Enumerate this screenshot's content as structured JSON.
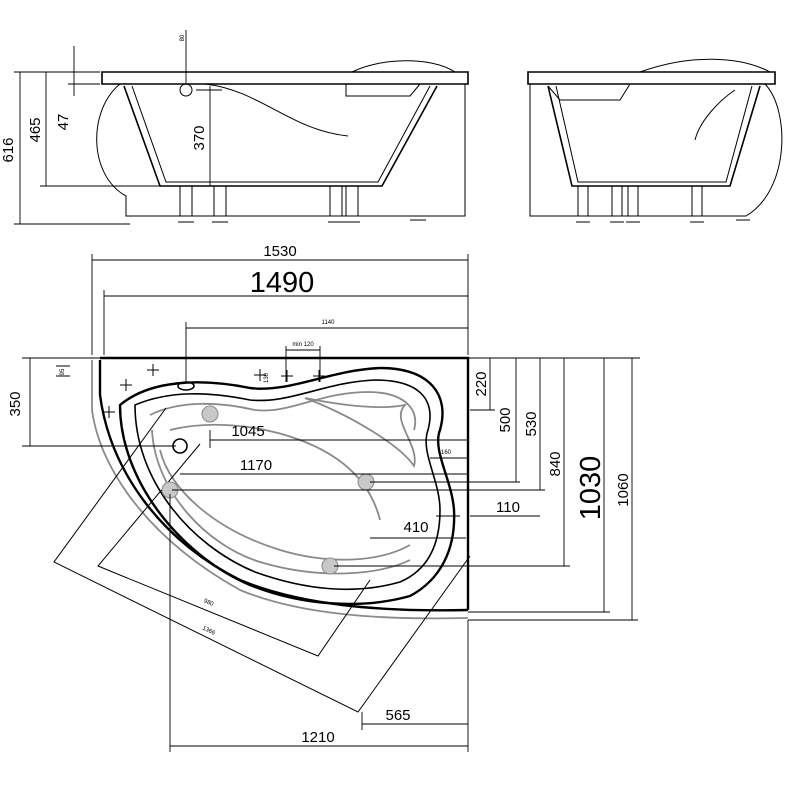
{
  "dimensions": {
    "front_height_616": "616",
    "front_height_465": "465",
    "front_rim_47": "47",
    "front_overflow_80": "80",
    "front_overflow_370": "370",
    "plan_width_1530": "1530",
    "plan_width_1490": "1490",
    "plan_1140": "1140",
    "plan_min120": "min 120",
    "plan_95": "95",
    "plan_130": "130",
    "plan_350": "350",
    "plan_1045": "1045",
    "plan_1170": "1170",
    "plan_160": "160",
    "plan_220": "220",
    "plan_500": "500",
    "plan_530": "530",
    "plan_840": "840",
    "plan_1030": "1030",
    "plan_1060": "1060",
    "plan_110": "110",
    "plan_410": "410",
    "plan_980": "980",
    "plan_1366": "1366",
    "plan_565": "565",
    "plan_1210": "1210"
  },
  "icons": {
    "drain": "drain-icon",
    "overflow": "overflow-icon",
    "jet": "jet-nozzle-icon",
    "leg": "support-leg-icon",
    "mount_point": "mounting-cross-icon"
  }
}
